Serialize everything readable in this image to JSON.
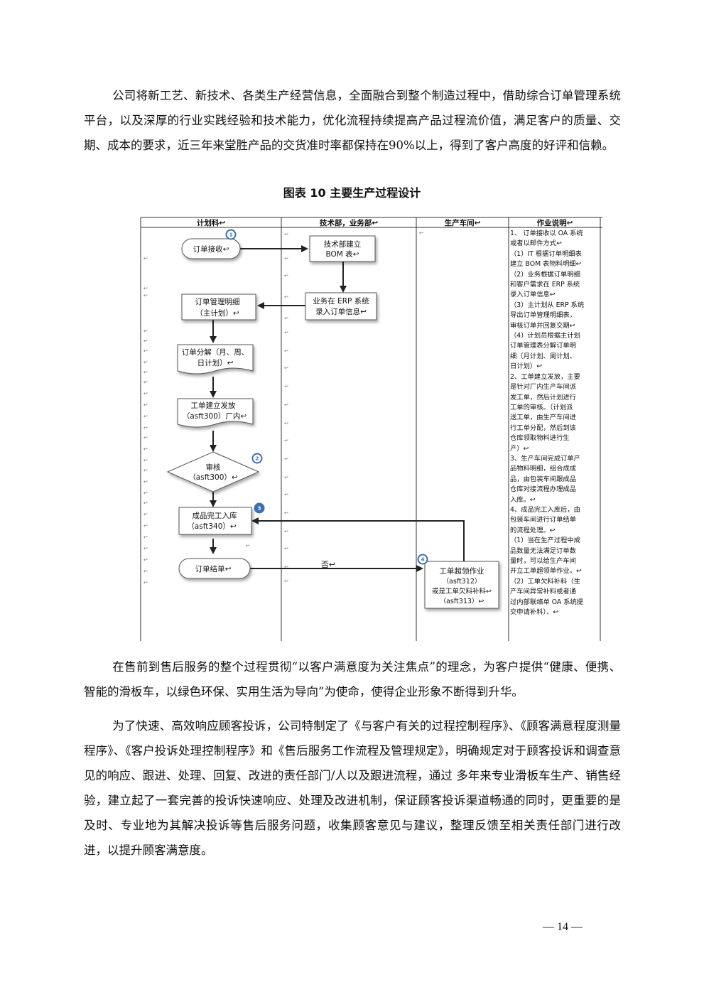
{
  "paragraphs": {
    "p1": "公司将新工艺、新技术、各类生产经营信息，全面融合到整个制造过程中，借助综合订单管理系统平台，以及深厚的行业实践经验和技术能力，优化流程持续提高产品过程流价值，满足客户的质量、交期、成本的要求，近三年来堂胜产品的交货准时率都保持在90%以上，得到了客户高度的好评和信赖。",
    "p2": "在售前到售后服务的整个过程贯彻“以客户满意度为关注焦点”的理念，为客户提供“健康、便携、智能的滑板车，以绿色环保、实用生活为导向”为使命，使得企业形象不断得到升华。",
    "p3": "为了快速、高效响应顾客投诉，公司特制定了《与客户有关的过程控制程序》、《顾客满意程度测量程序》、《客户投诉处理控制程序》和《售后服务工作流程及管理规定》，明确规定对于顾客投诉和调查意见的响应、跟进、处理、回复、改进的责任部门/人以及跟进流程，通过 多年来专业滑板车生产、销售经验，建立起了一套完善的投诉快速响应、处理及改进机制，保证顾客投诉渠道畅通的同时，更重要的是及时、专业地为其解决投诉等售后服务问题，收集顾客意见与建议，整理反馈至相关责任部门进行改进，以提升顾客满意度。"
  },
  "figure": {
    "title": "图表 10 主要生产过程设计",
    "columns": [
      "计划科↩",
      "技术部，业务部↩",
      "生产车间↩",
      "作业说明↩"
    ],
    "nodes": {
      "order_receive": "订单接收↩",
      "tech_bom_1": "技术部建立",
      "tech_bom_2": "BOM 表↩",
      "erp_1": "业务在 ERP 系统",
      "erp_2": "录入订单信息↩",
      "detail_1": "订单管理明细",
      "detail_2": "（主计划）↩",
      "decomp_1": "订单分解（月、周、",
      "decomp_2": "日计划）↩",
      "issue_1": "工单建立发放",
      "issue_2": "（asft300）厂内↩",
      "review_1": "审核",
      "review_2": "（asft300）↩",
      "fg_1": "成品完工入库",
      "fg_2": "（asft340）↩",
      "close": "订单结单↩",
      "no_label": "否↩",
      "over_1": "工单超领作业",
      "over_2": "（asft312）",
      "over_3": "或是工单欠料补料↩",
      "over_4": "（asft313）↩"
    },
    "badges": [
      "1",
      "2",
      "3",
      "4"
    ],
    "notes": [
      "1、 订单接收以 OA 系统",
      "或者以邮件方式↩",
      "（1）IT 根据订单明细表",
      "建立 BOM 表物料明细↩",
      "（2）业务根据订单明细",
      "和客户需求在 ERP 系统",
      "录入订单信息↩",
      "（3）主计划从 ERP 系统",
      "导出订单管理明细表，",
      "审核订单并回复交期↩",
      "（4）计划员根据主计划",
      "订单管理表分解订单明",
      "细（月计划、周计划、",
      "日计划）↩",
      "2、工单建立发放，主要",
      "是针对厂内生产车间派",
      "发工单，然后计划进行",
      "工单的审核。（计划派",
      "送工单，由生产车间进",
      "行工单分配，然后到该",
      "仓库领取物料进行生",
      "产）↩",
      "3、生产车间完成订单产",
      "品物料明细，组合成成",
      "品，由包装车间跟成品",
      "仓库对接流程办理成品",
      "入库。↩",
      "4、成品完工入库后，由",
      "包装车间进行订单结单",
      "的流程处理。↩",
      "（1）当在生产过程中成",
      "品数量无法满足订单数",
      "量时，可以给生产车间",
      "开立工单超领单作业。↩",
      "（2）工单欠料补料（生",
      "产车间异常补料或者通",
      "过内部联络单 OA 系统提",
      "交申请补料）、↩"
    ],
    "colors": {
      "badge": "#3b6fb6",
      "line": "#222222",
      "box_border": "#555555"
    }
  },
  "page_number": "— 14 —"
}
